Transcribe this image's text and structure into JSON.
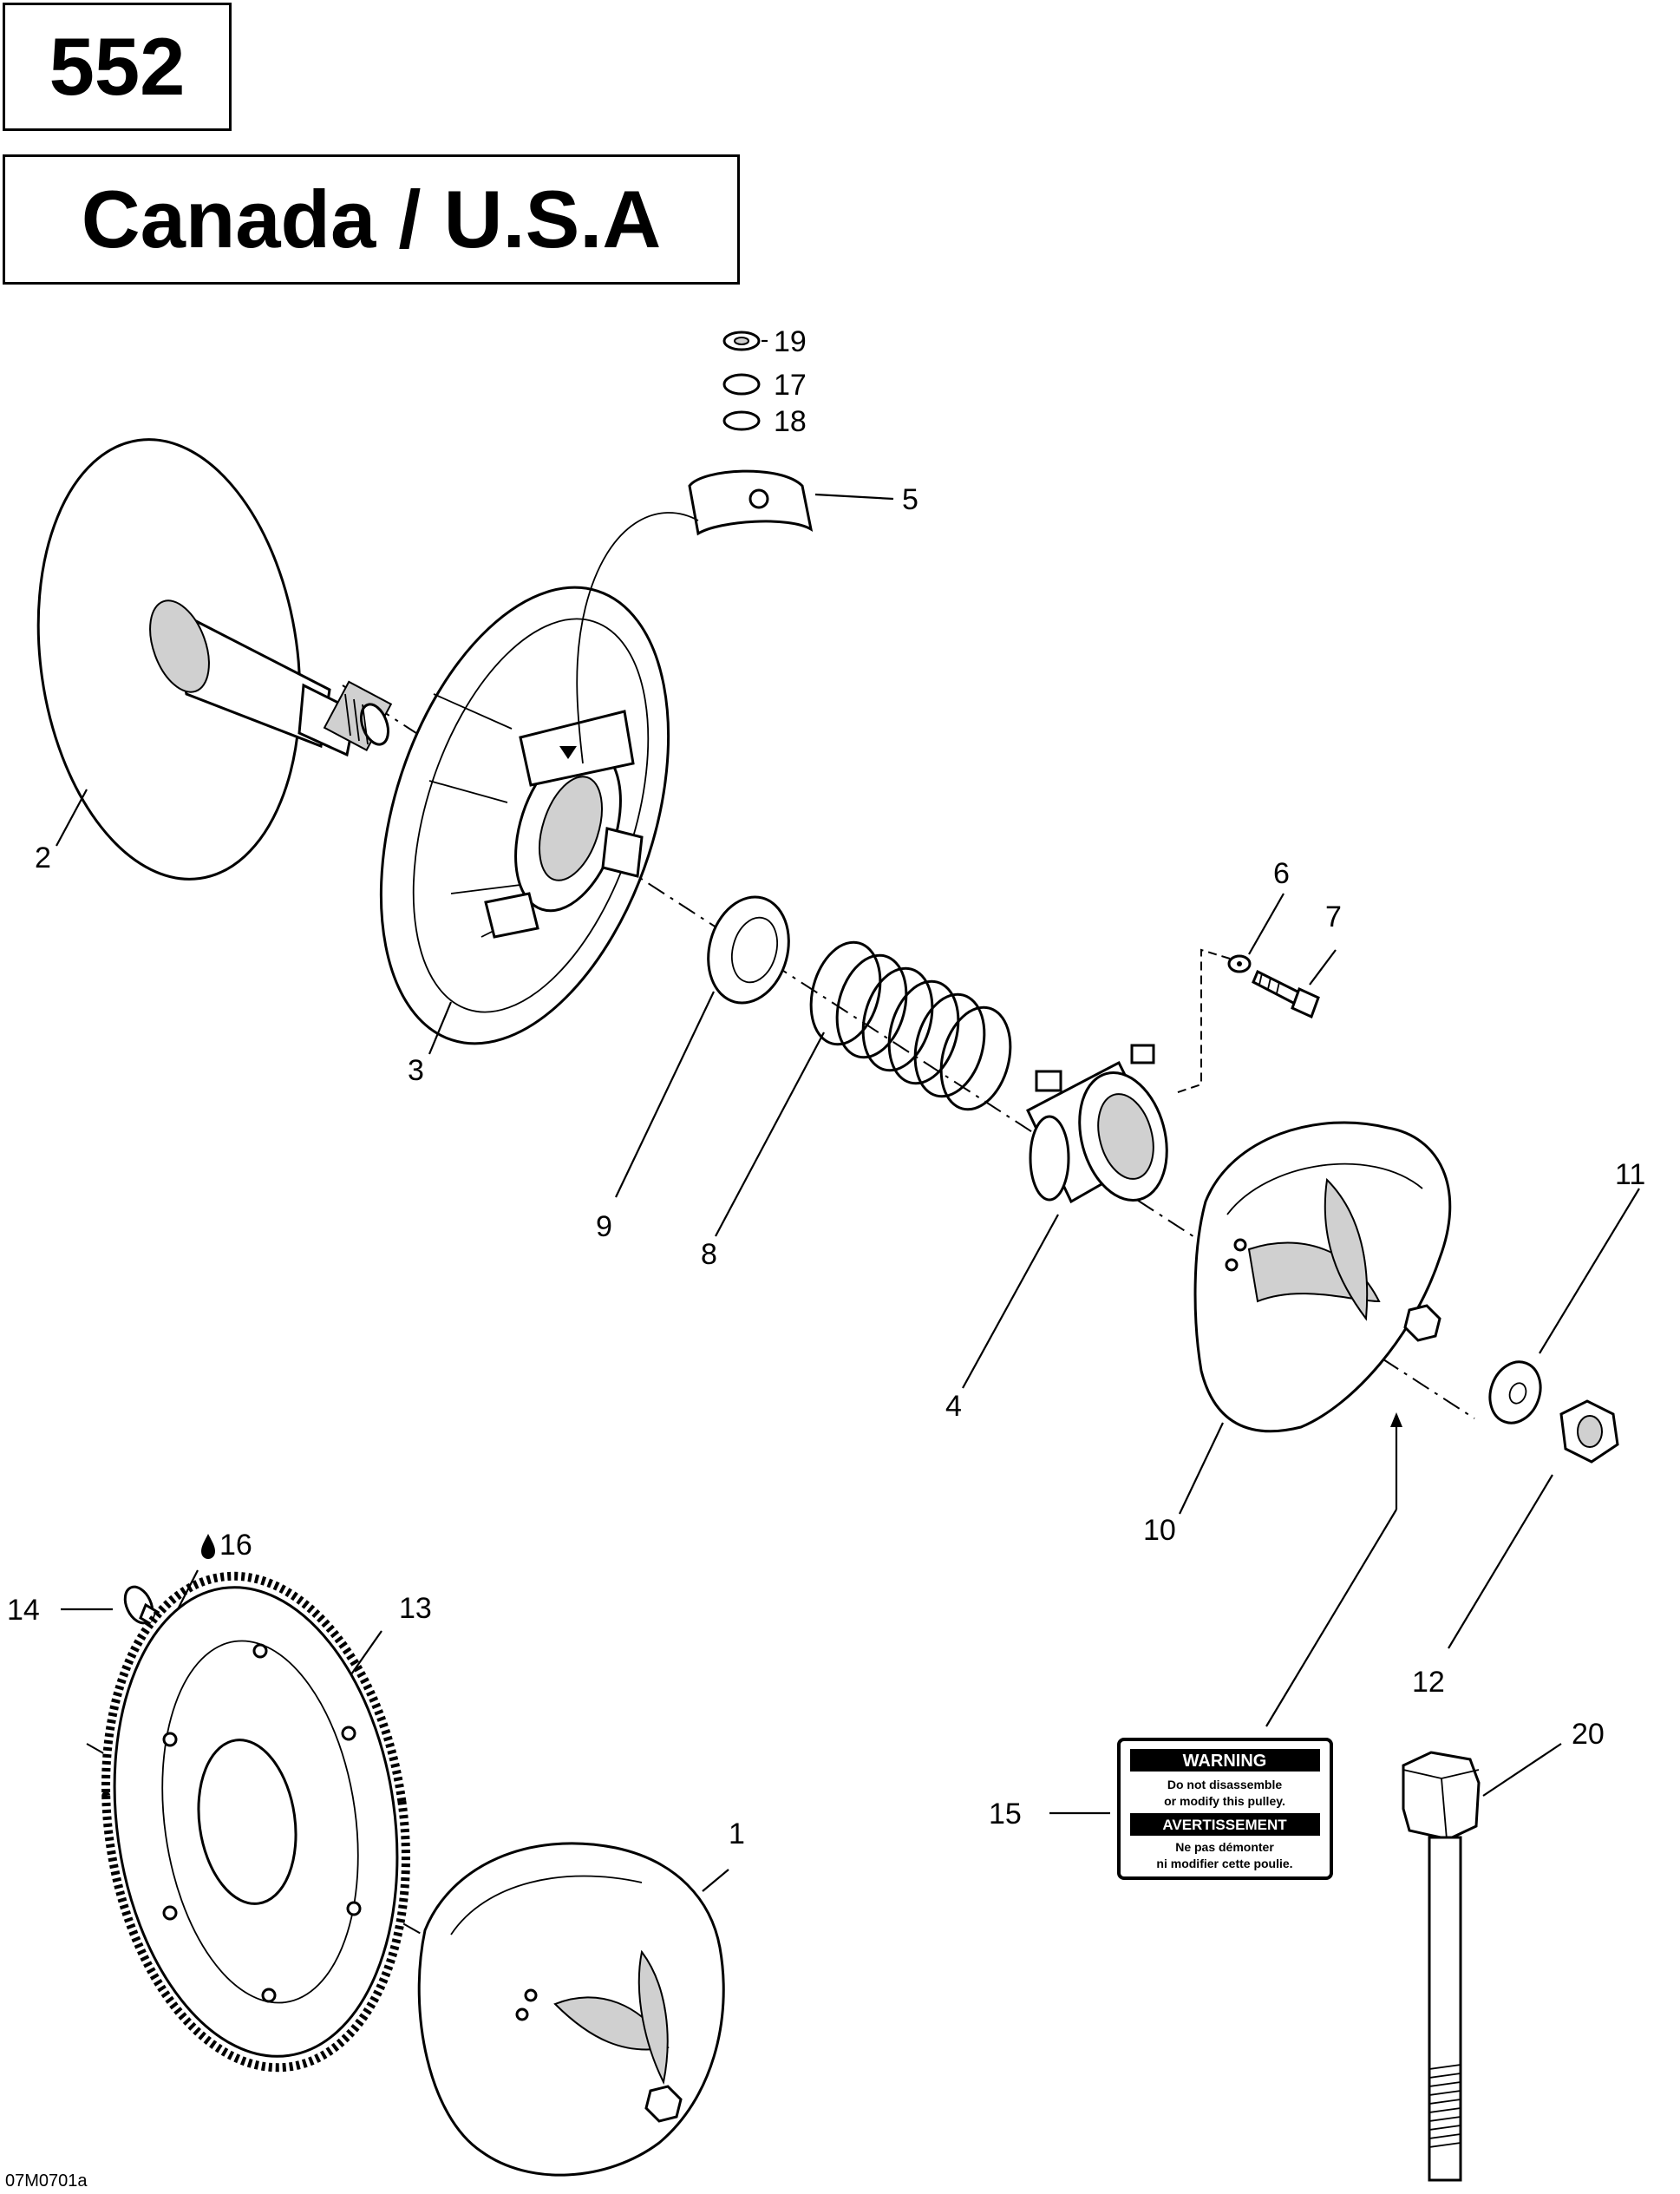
{
  "header": {
    "code": "552",
    "region": "Canada / U.S.A"
  },
  "callouts": {
    "c1": "1",
    "c2": "2",
    "c3": "3",
    "c4": "4",
    "c5": "5",
    "c6": "6",
    "c7": "7",
    "c8": "8",
    "c9": "9",
    "c10": "10",
    "c11": "11",
    "c12": "12",
    "c13": "13",
    "c14": "14",
    "c15": "15",
    "c16": "16",
    "c17": "17",
    "c18": "18",
    "c19": "19",
    "c20": "20"
  },
  "label_decal": {
    "warning_title": "WARNING",
    "warning_line1": "Do not disassemble",
    "warning_line2": "or modify this pulley.",
    "fr_title": "AVERTISSEMENT",
    "fr_line1": "Ne pas démonter",
    "fr_line2": "ni modifier cette poulie."
  },
  "figure_ref": "07M0701a"
}
